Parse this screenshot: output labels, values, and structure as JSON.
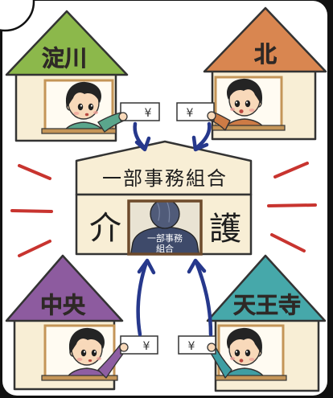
{
  "houses": [
    {
      "label": "淀川",
      "roof_color": "#8cb84b",
      "shirt_color": "#5aa68c",
      "envelope_mark": "¥"
    },
    {
      "label": "北",
      "roof_color": "#d98650",
      "shirt_color": "#cd7b45",
      "envelope_mark": "¥"
    },
    {
      "label": "中央",
      "roof_color": "#8d5b9f",
      "shirt_color": "#8e5ea2",
      "envelope_mark": "¥"
    },
    {
      "label": "天王寺",
      "roof_color": "#46a8aa",
      "shirt_color": "#3f9ea3",
      "envelope_mark": "¥"
    }
  ],
  "center": {
    "title": "一部事務組合",
    "left_char": "介",
    "right_char": "護",
    "badge_lines": [
      "一部事務",
      "組合"
    ]
  },
  "palette": {
    "outline": "#333333",
    "wall": "#f8eed5",
    "window": "#fffbf2",
    "frame": "#c49558",
    "skin": "#f8d9ba",
    "hair": "#242424",
    "staff": "#3e4a6a",
    "arrow": "#26388c",
    "burst": "#c8342f"
  }
}
